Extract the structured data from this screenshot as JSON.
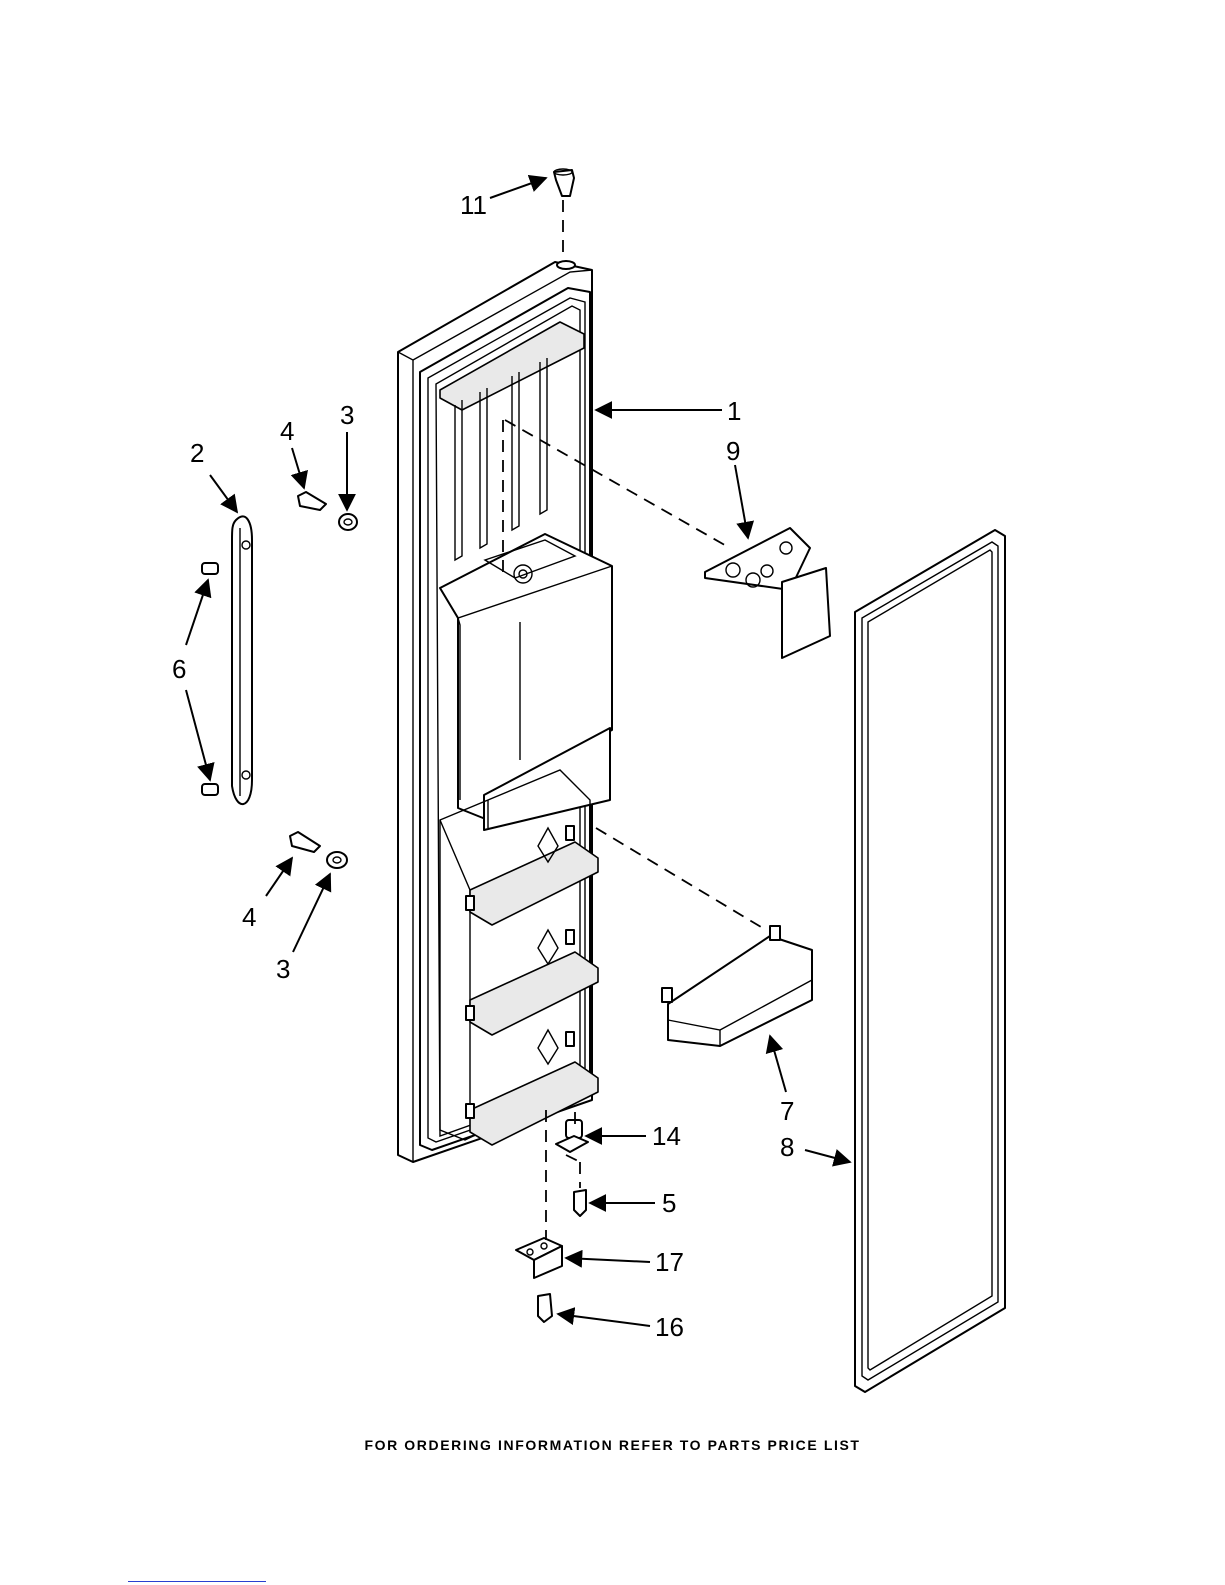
{
  "footer": {
    "note": "FOR ORDERING INFORMATION REFER TO PARTS PRICE LIST"
  },
  "callouts": {
    "c1": "1",
    "c2": "2",
    "c3a": "3",
    "c3b": "3",
    "c4a": "4",
    "c4b": "4",
    "c5": "5",
    "c6": "6",
    "c7": "7",
    "c8": "8",
    "c9": "9",
    "c11": "11",
    "c14": "14",
    "c16": "16",
    "c17": "17"
  }
}
